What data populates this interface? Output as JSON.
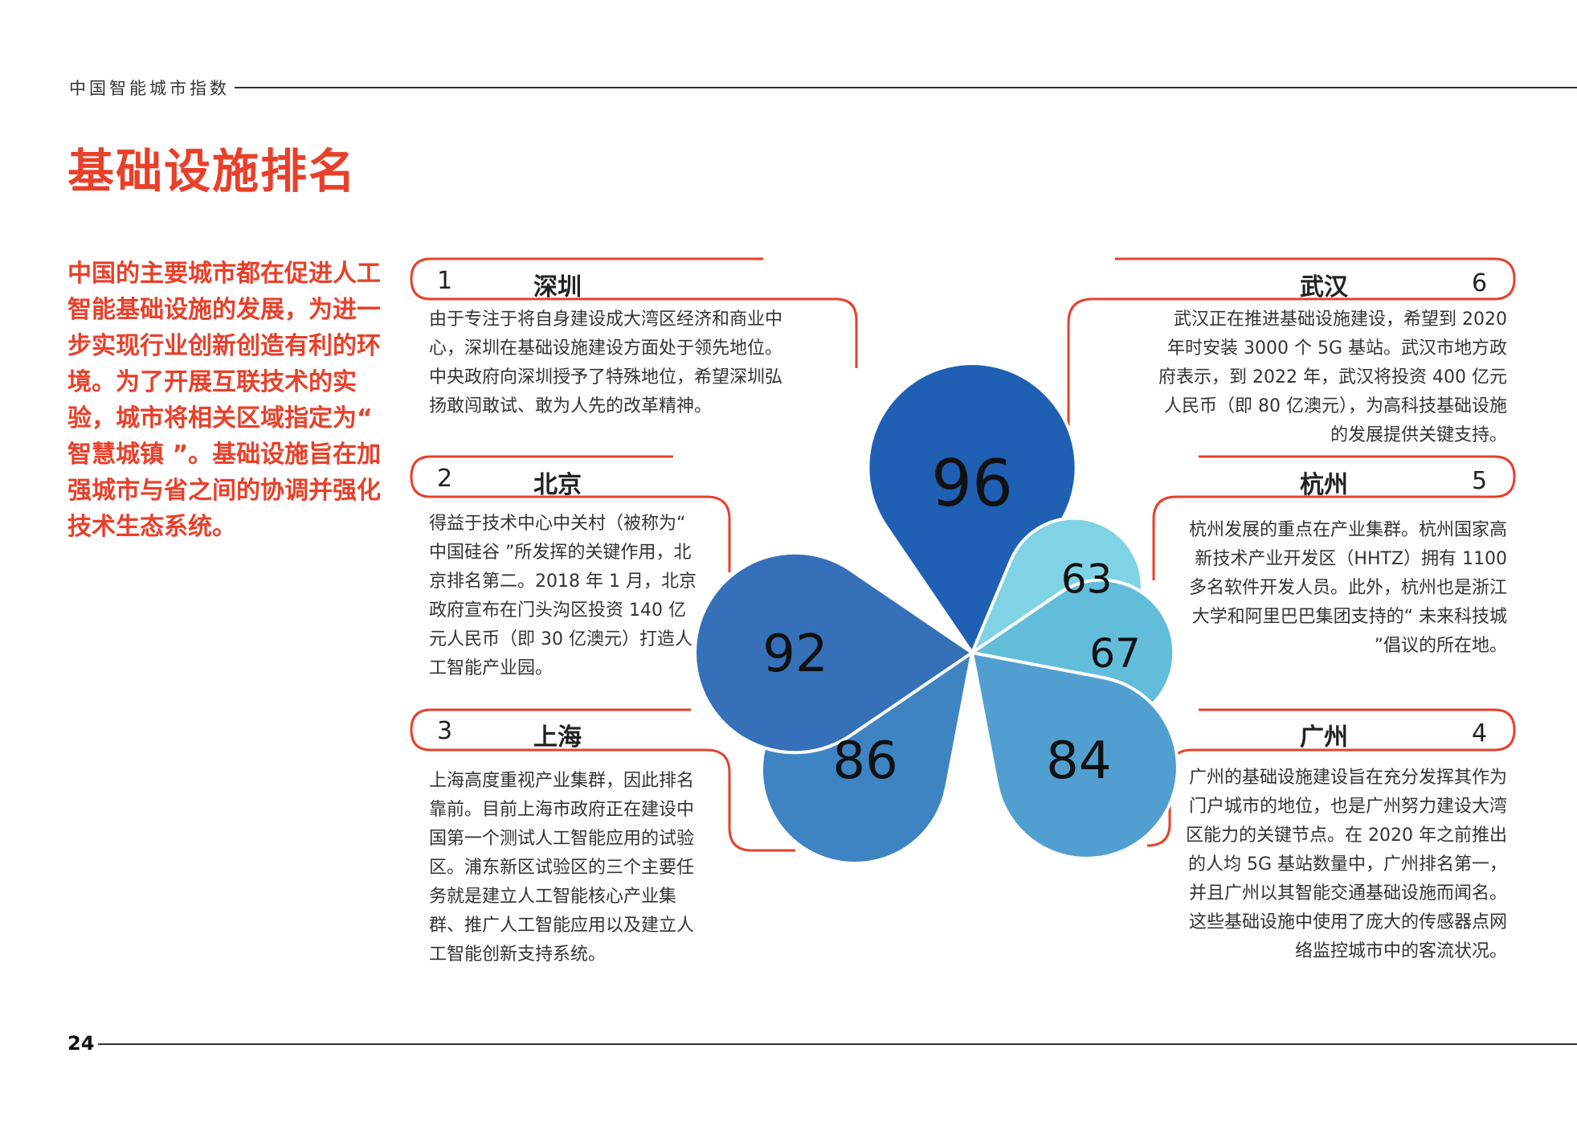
{
  "header": {
    "label": "中国智能城市指数"
  },
  "page_title": "基础设施排名",
  "intro": "中国的主要城市都在促进人工智能基础设施的发展，为进一步实现行业创新创造有利的环境。为了开展互联技术的实验，城市将相关区域指定为“ 智慧城镇 ”。基础设施旨在加强城市与省之间的协调并强化技术生态系统。",
  "page_number": "24",
  "colors": {
    "accent": "#e8402a"
  },
  "cities": [
    {
      "rank": "1",
      "name": "深圳",
      "score": "96",
      "color": "#1f5fb4",
      "desc": "由于专注于将自身建设成大湾区经济和商业中心，深圳在基础设施建设方面处于领先地位。中央政府向深圳授予了特殊地位，希望深圳弘扬敢闯敢试、敢为人先的改革精神。"
    },
    {
      "rank": "2",
      "name": "北京",
      "score": "92",
      "color": "#3570b8",
      "desc": "得益于技术中心中关村（被称为“ 中国硅谷 ”所发挥的关键作用，北京排名第二。2018 年 1 月，北京政府宣布在门头沟区投资 140 亿元人民币（即 30 亿澳元）打造人工智能产业园。"
    },
    {
      "rank": "3",
      "name": "上海",
      "score": "86",
      "color": "#3e84c3",
      "desc": "上海高度重视产业集群，因此排名靠前。目前上海市政府正在建设中国第一个测试人工智能应用的试验区。浦东新区试验区的三个主要任务就是建立人工智能核心产业集群、推广人工智能应用以及建立人工智能创新支持系统。"
    },
    {
      "rank": "4",
      "name": "广州",
      "score": "84",
      "color": "#519fd0",
      "desc": "广州的基础设施建设旨在充分发挥其作为门户城市的地位，也是广州努力建设大湾区能力的关键节点。在 2020 年之前推出的人均 5G 基站数量中，广州排名第一，并且广州以其智能交通基础设施而闻名。这些基础设施中使用了庞大的传感器点网络监控城市中的客流状况。"
    },
    {
      "rank": "5",
      "name": "杭州",
      "score": "67",
      "color": "#62bddb",
      "desc": "杭州发展的重点在产业集群。杭州国家高新技术产业开发区（HHTZ）拥有 1100 多名软件开发人员。此外，杭州也是浙江大学和阿里巴巴集团支持的“ 未来科技城 ”倡议的所在地。"
    },
    {
      "rank": "6",
      "name": "武汉",
      "score": "63",
      "color": "#7fd3e4",
      "desc": "武汉正在推进基础设施建设，希望到 2020 年时安装 3000 个 5G 基站。武汉市地方政府表示，到 2022 年，武汉将投资 400 亿元人民币（即 80 亿澳元），为高科技基础设施的发展提供关键支持。"
    }
  ]
}
